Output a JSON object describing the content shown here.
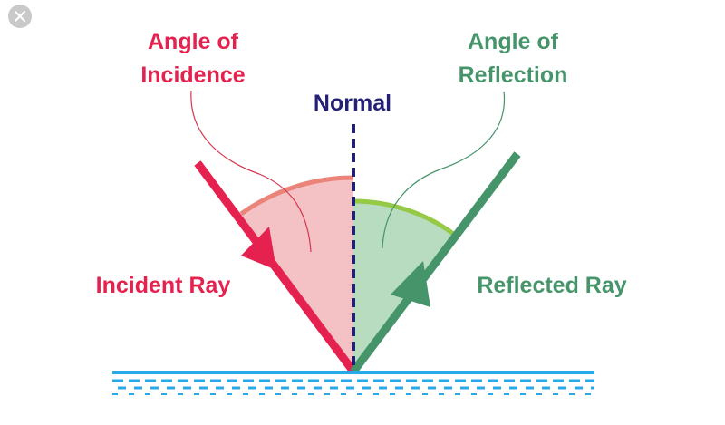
{
  "colors": {
    "incident": "#e5214f",
    "reflected": "#45946a",
    "normal": "#232078",
    "incidence_fill": "#f4c1c5",
    "incidence_arc": "#ea8378",
    "reflection_fill": "#b7dcc0",
    "reflection_arc": "#96c945",
    "surface": "#2aa9e8",
    "close_button": "#c9c9c9"
  },
  "icons": {
    "close": "close-icon"
  },
  "labels": {
    "angle_incidence_line1": "Angle of",
    "angle_incidence_line2": "Incidence",
    "angle_reflection_line1": "Angle of",
    "angle_reflection_line2": "Reflection",
    "normal": "Normal",
    "incident_ray": "Incident Ray",
    "reflected_ray": "Reflected Ray"
  }
}
